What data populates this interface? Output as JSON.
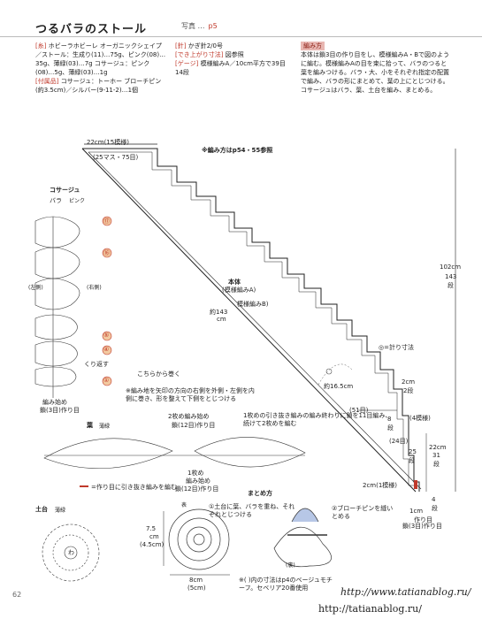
{
  "header": {
    "title": "つるバラのストール",
    "photo_label": "写真 …",
    "photo_page": "p5"
  },
  "materials": {
    "label_yarn": "[糸]",
    "yarn_text": "ホビーラホビーレ オーガニックシェイプ／ストール：生成り(11)…75g、ピンク(08)…35g、薄緑(03)…7g コサージュ：ピンク(08)…5g、薄緑(03)…1g",
    "label_parts": "[付属品]",
    "parts_text": "コサージュ：トーホー ブローチピン(約3.5cm)／シルバー(9-11-2)…1個"
  },
  "tools": {
    "label_needle": "[針]",
    "needle_text": "かぎ針2/0号",
    "label_size": "[でき上がり寸法]",
    "size_text": "図参照",
    "label_gauge": "[ゲージ]",
    "gauge_text": "模様編みA／10cm平方で39目14段"
  },
  "howto": {
    "label": "編み方",
    "text": "本体は鎖3目の作り目をし、模様編みA・Bで図のように編む。模様編みAの目を束に拾って、バラのつると葉を編みつける。バラ・大、小をそれぞれ指定の配置で編み、バラの形にまとめて、葉の上にとじつける。コサージュはバラ、葉、土台を編み、まとめる。"
  },
  "diagram": {
    "width_top": "22cm(15模様)",
    "stitches_top": "(25マス・75目)",
    "ref": "※編み方はp54・55参照",
    "body_label": "本体",
    "pattern_a": "(模様編みA)",
    "pattern_b": "模様編みB)",
    "diag_len_1": "約143",
    "diag_len_1b": "cm",
    "diag_len_2": "約16.5cm",
    "legend_circle": "◎=計り寸法",
    "total_len": "102cm",
    "total_rows": "143",
    "total_rows_unit": "段",
    "r_2cm": "2cm",
    "r_2rows": "2段",
    "r_51": "(51目)",
    "r_4pat": "(4模様)",
    "r_8": "8",
    "r_8u": "段",
    "r_24": "(24目)",
    "r_25": "25",
    "r_25u": "段",
    "r_22cm": "22cm",
    "r_31": "31",
    "r_31u": "段",
    "r_bottom": "2cm(1模様)",
    "r_4": "4",
    "r_4u": "段",
    "start_a": "1cm",
    "start_b": "作り目",
    "start_c": "鎖(3目)作り目"
  },
  "corsage": {
    "title": "コサージュ",
    "rose": "バラ",
    "rose_color": "ピンク",
    "side_l": "(左側)",
    "side_r": "(右側)",
    "row_17": "⑰",
    "row_16": "⑯",
    "row_5": "⑤",
    "row_4": "④",
    "row_1": "①",
    "repeat": "くり返す",
    "from_here": "こちらから巻く",
    "note": "※編み地を矢印の方向の右側を外側・左側を内側に巻き、形を整えて下側をとじつける",
    "chain_start_1": "編み始め",
    "chain_start_2": "鎖(3目)作り目"
  },
  "leaf": {
    "title": "葉",
    "color": "薄緑",
    "start2_a": "2枚め編み始め",
    "start2_b": "鎖(12目)作り目",
    "note1": "1枚めの引き抜き編みの編み終わりに鎖を11目編み、続けて2枚めを編む",
    "start1_a": "1枚め",
    "start1_b": "編み始め",
    "start1_c": "鎖(12目)作り目",
    "arrow_note": "=作り目に引き抜き編みを編む"
  },
  "base": {
    "title": "土台",
    "color": "薄緑",
    "w": "わ"
  },
  "assembly": {
    "title": "まとめ方",
    "front": "表",
    "back": "(裏)",
    "step1": "①土台に葉、バラを重ね、それぞれとじつける",
    "step2": "②ブローチピンを縫いとめる",
    "h_a": "7.5",
    "h_b": "cm",
    "h_c": "(4.5cm)",
    "w_a": "8cm",
    "w_b": "(5cm)",
    "note": "※( )内の寸法はp4のベージュモチーフ。セベリア20番使用"
  },
  "footer": {
    "page": "62",
    "url": "http://www.tatianablog.ru/",
    "url2": "http://tatianablog.ru/"
  }
}
